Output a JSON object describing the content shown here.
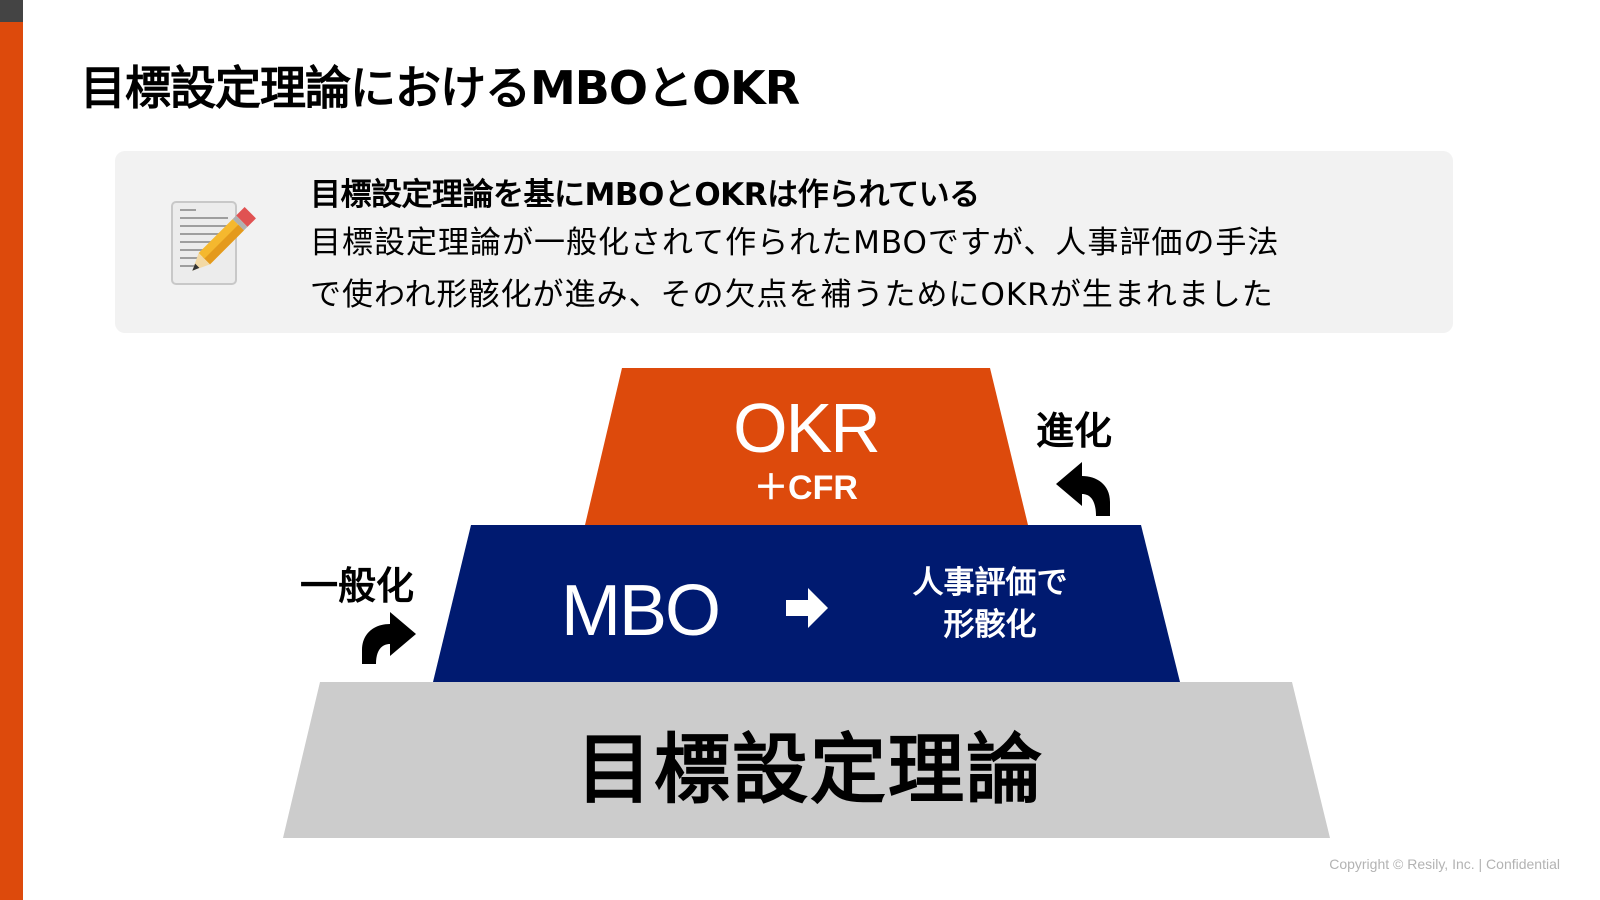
{
  "page": {
    "title": "目標設定理論におけるMBOとOKR",
    "accent_color": "#DD4A0C",
    "accent_top_color": "#444444"
  },
  "callout": {
    "icon": "memo-pencil-icon",
    "heading": "目標設定理論を基にMBOとOKRは作られている",
    "body_lines": [
      "目標設定理論が一般化されて作られたMBOですが、人事評価の手法",
      "で使われ形骸化が進み、その欠点を補うためにOKRが生まれました"
    ],
    "background": "#F2F2F2"
  },
  "pyramid": {
    "top": {
      "label": "OKR",
      "sub_label": "＋CFR",
      "color": "#DD4A0C"
    },
    "middle": {
      "label": "MBO",
      "arrow_icon": "right-arrow-icon",
      "note_lines": [
        "人事評価で",
        "形骸化"
      ],
      "color": "#001A70"
    },
    "base": {
      "label": "目標設定理論",
      "color": "#CCCCCC"
    }
  },
  "annotations": {
    "generalize": {
      "label": "一般化",
      "icon": "curved-arrow-up-right-icon"
    },
    "evolve": {
      "label": "進化",
      "icon": "curved-arrow-up-left-icon"
    }
  },
  "footer": {
    "copyright": "Copyright © Resily, Inc. | Confidential"
  }
}
